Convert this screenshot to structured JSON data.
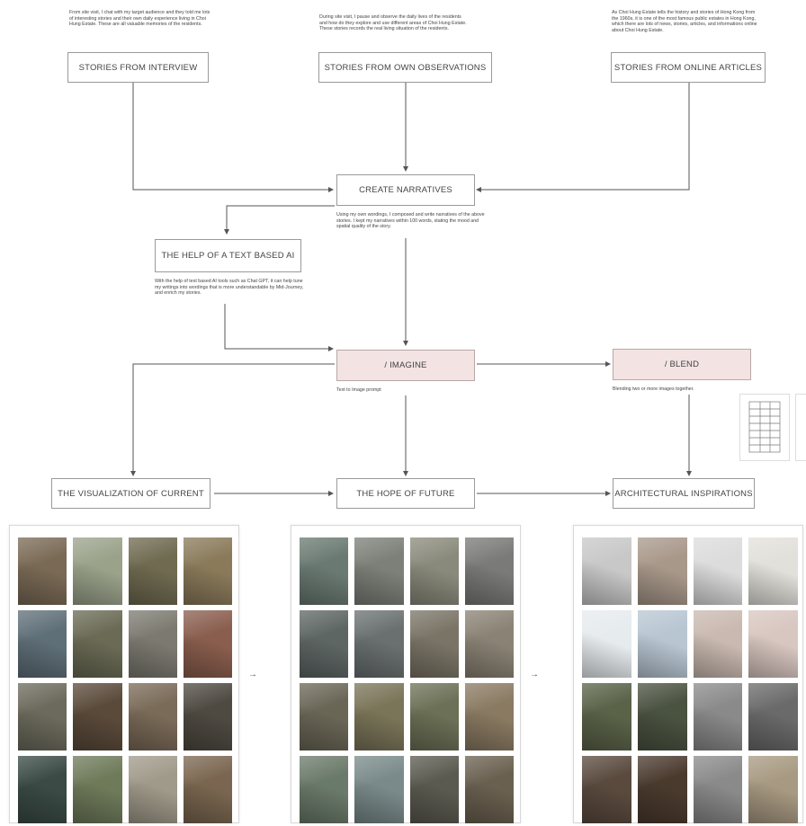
{
  "descriptions": {
    "interview": "From site visit, I chat with my target audience and they told me lots of interesting stories and their own daily experience living in Choi Hung Estate. These are all valuable memories of the residents.",
    "observations": "During site visit, I pause and observe the daily lives of the residents and how do they explore and use different areas of Choi Hung Estate. These stories records the real living situation of the residents.",
    "online": "As Choi Hung Estate tells the history and stories of Hong Kong from the 1960s, it is one of the most famous public estates in Hong Kong, which there are lots of news, stories, articles, and informations online about Choi Hung Estate.",
    "narratives": "Using my own wordings, I composed and write narratives of the above stories. I kept my narratives within 100 words, stating the mood and spatial quality of the story.",
    "ai_help": "With the help of text based AI tools such as Chat GPT, it can help tune my writings into wordings that is more understandable by Mid-Journey, and enrich my stories."
  },
  "boxes": {
    "interview": "STORIES FROM INTERVIEW",
    "observations": "STORIES FROM OWN OBSERVATIONS",
    "online": "STORIES FROM ONLINE ARTICLES",
    "narratives": "CREATE NARRATIVES",
    "ai_help": "THE HELP OF A TEXT BASED AI",
    "imagine": "/ IMAGINE",
    "blend": "/ BLEND",
    "current": "THE VISUALIZATION OF CURRENT",
    "future": "THE HOPE OF FUTURE",
    "inspirations": "ARCHITECTURAL INSPIRATIONS"
  },
  "notes": {
    "imagine": "Text to Image prompt",
    "blend": "Blending two or more images together."
  },
  "arrows": {
    "between_1": "→",
    "between_2": "→"
  },
  "colors": {
    "accent_box": "#f3e3e3",
    "line": "#555555"
  },
  "panels": {
    "current": [
      "#7a6a55",
      "#9aa28a",
      "#6f6a50",
      "#8a7a5a",
      "#5f6f78",
      "#6a6a55",
      "#7c7a70",
      "#8a5e4e",
      "#6c6a5c",
      "#5a4a3a",
      "#7a6a58",
      "#4e4a42",
      "#3a4a44",
      "#6e7a5a",
      "#a09a8a",
      "#7a6650"
    ],
    "future": [
      "#6a7a72",
      "#7c8078",
      "#8a8a7c",
      "#7a7a78",
      "#5e6664",
      "#6a7070",
      "#7a7466",
      "#8a8274",
      "#6a6656",
      "#7a7458",
      "#6c7056",
      "#8a7a62",
      "#6a7a6a",
      "#7a8a8a",
      "#5a5a50",
      "#6a6050"
    ],
    "inspirations": [
      "#c8c8c8",
      "#a8988a",
      "#dcdcdc",
      "#e2e0da",
      "#e6ebee",
      "#b8c6d2",
      "#c9b9b0",
      "#d8c6c0",
      "#5a6248",
      "#4a5240",
      "#8a8a8a",
      "#6a6a6a",
      "#5a4a3e",
      "#4a3a2e",
      "#8a8a8a",
      "#a89a82"
    ]
  }
}
